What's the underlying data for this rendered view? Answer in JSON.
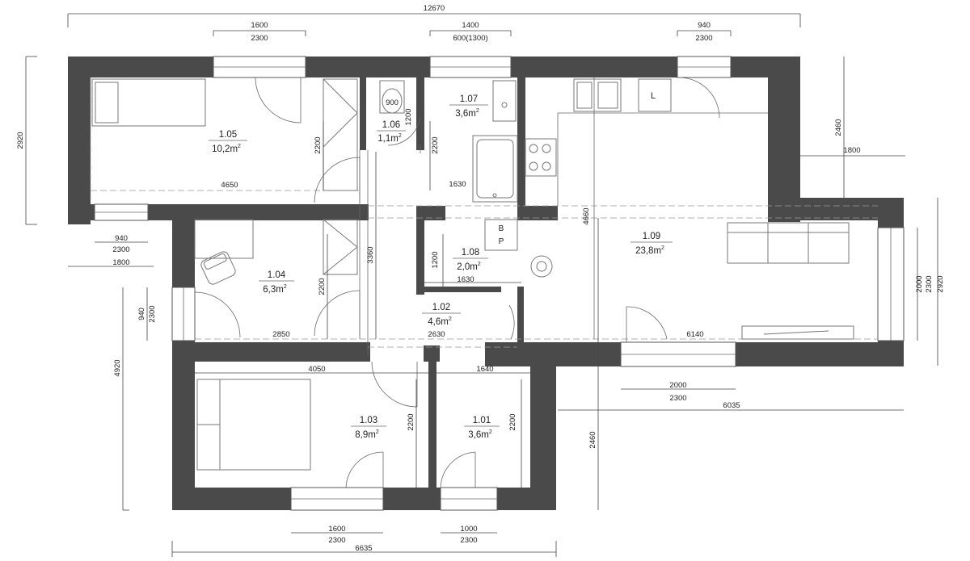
{
  "overall": {
    "total_width": "12670",
    "bottom_width": "6635",
    "right_width": "6035",
    "left_height": "4920",
    "right_height": "2460"
  },
  "rooms": {
    "r105": {
      "name": "1.05",
      "area": "10,2m",
      "sup": "2"
    },
    "r106": {
      "name": "1.06",
      "area": "1,1m",
      "sup": "2"
    },
    "r107": {
      "name": "1.07",
      "area": "3,6m",
      "sup": "2"
    },
    "r104": {
      "name": "1.04",
      "area": "6,3m",
      "sup": "2"
    },
    "r108": {
      "name": "1.08",
      "area": "2,0m",
      "sup": "2"
    },
    "r102": {
      "name": "1.02",
      "area": "4,6m",
      "sup": "2"
    },
    "r109": {
      "name": "1.09",
      "area": "23,8m",
      "sup": "2"
    },
    "r103": {
      "name": "1.03",
      "area": "8,9m",
      "sup": "2"
    },
    "r101": {
      "name": "1.01",
      "area": "3,6m",
      "sup": "2"
    }
  },
  "windows": {
    "w_top_left": {
      "width": "1600",
      "height": "2300"
    },
    "w_top_mid": {
      "width": "1400",
      "height": "600(1300)"
    },
    "w_top_right": {
      "width": "940",
      "height": "2300"
    },
    "w_left_upper": {
      "width": "940",
      "height": "2300",
      "sill": "1800"
    },
    "w_left_mid": {
      "width": "940",
      "height": "2300"
    },
    "w_right": {
      "width": "2000",
      "height": "2300",
      "sill": "2920"
    },
    "w_bottom_living": {
      "width": "2000",
      "height": "2300"
    },
    "w_bottom_left": {
      "width": "1600",
      "height": "2300"
    },
    "w_bottom_mid": {
      "width": "1000",
      "height": "2300"
    }
  },
  "dims": {
    "left_top": "2920",
    "right_top": "2460",
    "right_top_sill": "1800",
    "d4650": "4650",
    "d2200_a": "2200",
    "d900": "900",
    "d1200_a": "1200",
    "d2200_b": "2200",
    "d1630_a": "1630",
    "d4660": "4660",
    "d3360": "3360",
    "d2200_c": "2200",
    "d1200_b": "1200",
    "d1630_b": "1630",
    "d2850": "2850",
    "d2630": "2630",
    "d6140": "6140",
    "d4050": "4050",
    "d1640": "1640",
    "d2200_d": "2200",
    "d2200_e": "2200"
  },
  "fixtures": {
    "kitchen_label": "L",
    "boiler_b": "B",
    "boiler_p": "P"
  }
}
